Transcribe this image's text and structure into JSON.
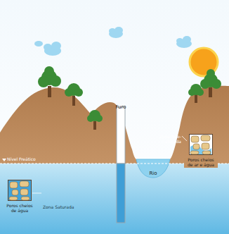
{
  "diagram": {
    "nodes": [
      {
        "text": [
          "Furo"
        ]
      },
      {
        "text": [
          "Rio"
        ]
      },
      {
        "text": [
          "Poros cheios de ar e água"
        ]
      },
      {
        "text": [
          "Poros cheios de água"
        ]
      }
    ],
    "labels": [
      "Nível Freático",
      "Zona Não-Saturada",
      "Zona Saturada"
    ]
  }
}
